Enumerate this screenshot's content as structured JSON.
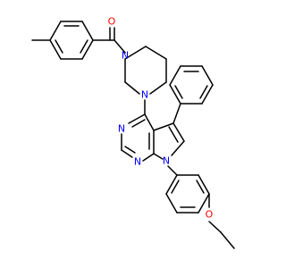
{
  "atoms": {
    "carbonyl_oxygen": {
      "symbol": "O",
      "color": "#ff0000"
    },
    "piperazine_n_top": {
      "symbol": "N",
      "color": "#0000ff"
    },
    "piperazine_n_bottom": {
      "symbol": "N",
      "color": "#0000ff"
    },
    "pyrimidine_n_upper": {
      "symbol": "N",
      "color": "#0000ff"
    },
    "pyrimidine_n_lower": {
      "symbol": "N",
      "color": "#0000ff"
    },
    "pyrrole_n": {
      "symbol": "N",
      "color": "#0000ff"
    },
    "ether_oxygen": {
      "symbol": "O",
      "color": "#ff0000"
    }
  },
  "colors": {
    "bond": "#000000",
    "background": "#ffffff"
  }
}
